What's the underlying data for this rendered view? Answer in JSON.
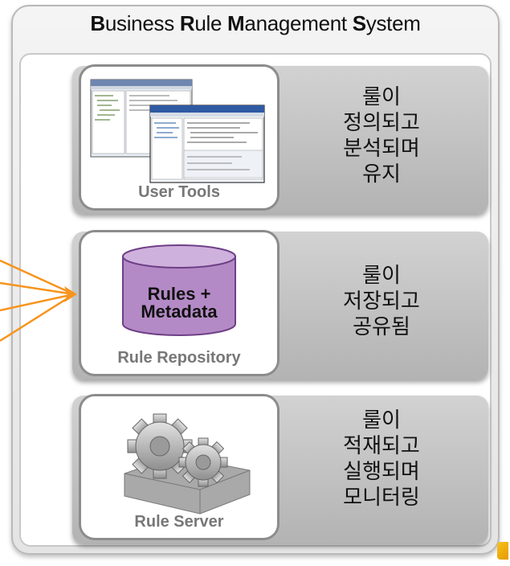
{
  "title": {
    "b1": "B",
    "r1": "usiness ",
    "b2": "R",
    "r2": "ule ",
    "b3": "M",
    "r3": "anagement ",
    "b4": "S",
    "r4": "ystem"
  },
  "layers": [
    {
      "label": "User Tools",
      "desc": [
        "룰이",
        "정의되고",
        "분석되며",
        "유지"
      ]
    },
    {
      "label": "Rule Repository",
      "desc": [
        "룰이",
        "저장되고",
        "공유됨"
      ]
    },
    {
      "label": "Rule Server",
      "desc": [
        "룰이",
        "적재되고",
        "실행되며",
        "모니터링"
      ]
    }
  ],
  "repository_icon": {
    "line1": "Rules +",
    "line2": "Metadata"
  },
  "colors": {
    "arrow": "#f7941d",
    "cylinder": "#b48ac6",
    "cylinder_top": "#cfb1dd",
    "accent": "#f7b500"
  }
}
